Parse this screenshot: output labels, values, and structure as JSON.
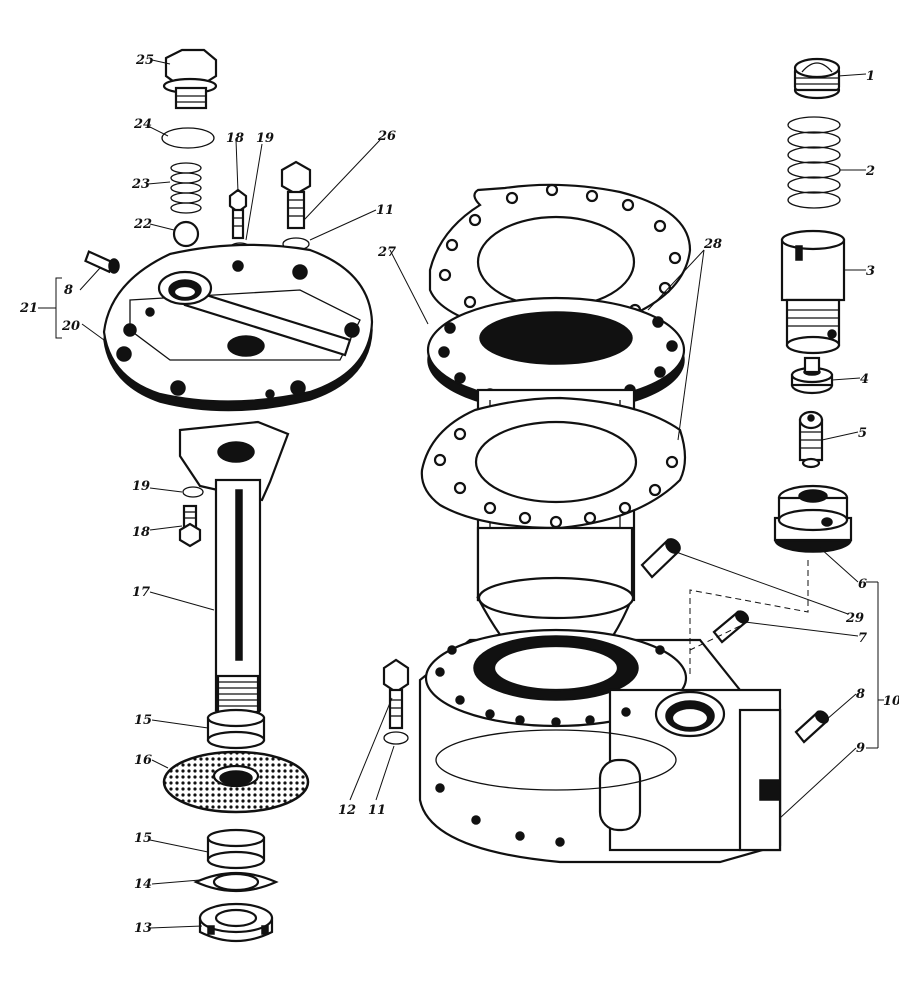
{
  "figure": {
    "callouts": [
      {
        "id": "c1",
        "text": "1"
      },
      {
        "id": "c2",
        "text": "2"
      },
      {
        "id": "c3",
        "text": "3"
      },
      {
        "id": "c4",
        "text": "4"
      },
      {
        "id": "c5",
        "text": "5"
      },
      {
        "id": "c6",
        "text": "6"
      },
      {
        "id": "c7",
        "text": "7"
      },
      {
        "id": "c8r",
        "text": "8"
      },
      {
        "id": "c9",
        "text": "9"
      },
      {
        "id": "c10",
        "text": "10"
      },
      {
        "id": "c29",
        "text": "29"
      },
      {
        "id": "c28",
        "text": "28"
      },
      {
        "id": "c27",
        "text": "27"
      },
      {
        "id": "c26",
        "text": "26"
      },
      {
        "id": "c25",
        "text": "25"
      },
      {
        "id": "c24",
        "text": "24"
      },
      {
        "id": "c23",
        "text": "23"
      },
      {
        "id": "c22",
        "text": "22"
      },
      {
        "id": "c21",
        "text": "21"
      },
      {
        "id": "c8l",
        "text": "8"
      },
      {
        "id": "c20",
        "text": "20"
      },
      {
        "id": "c18a",
        "text": "18"
      },
      {
        "id": "c19a",
        "text": "19"
      },
      {
        "id": "c11a",
        "text": "11"
      },
      {
        "id": "c19b",
        "text": "19"
      },
      {
        "id": "c18b",
        "text": "18"
      },
      {
        "id": "c17",
        "text": "17"
      },
      {
        "id": "c15a",
        "text": "15"
      },
      {
        "id": "c16",
        "text": "16"
      },
      {
        "id": "c15b",
        "text": "15"
      },
      {
        "id": "c14",
        "text": "14"
      },
      {
        "id": "c13",
        "text": "13"
      },
      {
        "id": "c12",
        "text": "12"
      },
      {
        "id": "c11b",
        "text": "11"
      }
    ]
  }
}
